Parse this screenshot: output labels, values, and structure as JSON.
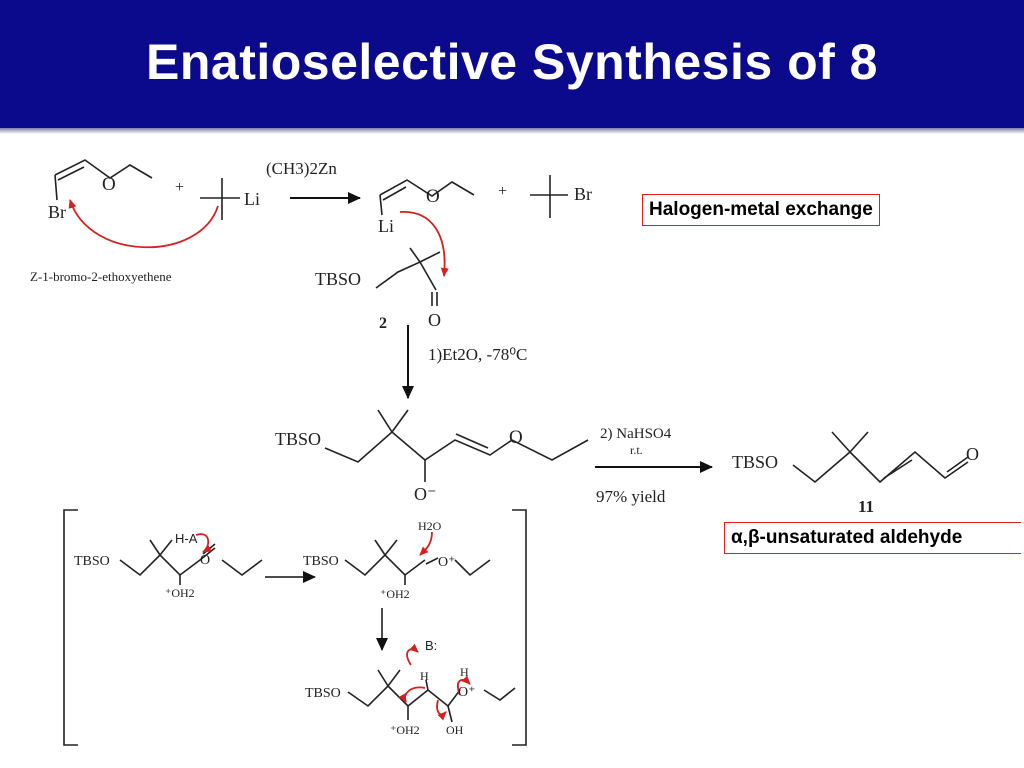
{
  "title": "Enatioselective Synthesis of 8",
  "notes": {
    "halogen_exchange": "Halogen-metal exchange",
    "product_class": "α,β-unsaturated aldehyde"
  },
  "reagents": {
    "zinc": "(CH3)2Zn",
    "step1": "1)Et2O, -78⁰C",
    "step2_reagent": "2) NaHSO4",
    "step2_condition": "r.t.",
    "yield": "97% yield"
  },
  "compound_labels": {
    "bromo_name": "Z-1-bromo-2-ethoxyethene",
    "aldehyde_number": "2",
    "product_number": "11"
  },
  "atoms": {
    "tbso": "TBSO",
    "o": "O",
    "br": "Br",
    "li": "Li",
    "plus": "+",
    "o_minus": "O⁻",
    "ha": "H-A",
    "h2o": "H2O",
    "oh2_plus": "⁺OH2",
    "o_plus": "O⁺",
    "b": "B:",
    "h": "H",
    "oh": "OH"
  },
  "colors": {
    "banner": "#0b0a8c",
    "arrow_red": "#d42020",
    "note_border": "#e02020"
  }
}
